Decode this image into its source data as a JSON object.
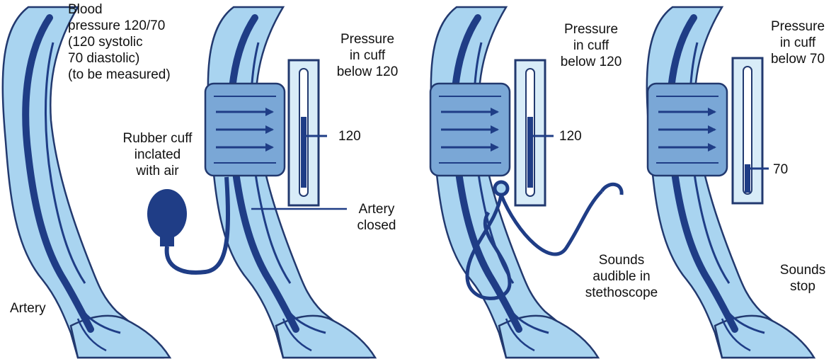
{
  "colors": {
    "arm_fill": "#a9d4f0",
    "arm_outline": "#22396f",
    "artery": "#1f3d86",
    "cuff_fill": "#7aa7d6",
    "gauge_fill": "#d8ecf8",
    "mercury": "#1f3d86",
    "text": "#111111"
  },
  "icons": [
    "arm",
    "blood-pressure-cuff",
    "rubber-bulb",
    "mercury-manometer",
    "stethoscope",
    "arrow"
  ],
  "panel1": {
    "text": [
      "Blood",
      "pressure 120/70",
      "(120 systolic",
      "70 diastolic)",
      "(to be measured)"
    ],
    "artery_label": "Artery"
  },
  "panel2": {
    "pressure": [
      "Pressure",
      "in cuff",
      "below 120"
    ],
    "cuff": [
      "Rubber cuff",
      "inclated",
      "with air"
    ],
    "reading": "120",
    "artery": [
      "Artery",
      "closed"
    ]
  },
  "panel3": {
    "pressure": [
      "Pressure",
      "in cuff",
      "below 120"
    ],
    "reading": "120",
    "sounds": [
      "Sounds",
      "audible in",
      "stethoscope"
    ]
  },
  "panel4": {
    "pressure": [
      "Pressure",
      "in cuff",
      "below 70"
    ],
    "reading": "70",
    "sounds": [
      "Sounds",
      "stop"
    ]
  }
}
